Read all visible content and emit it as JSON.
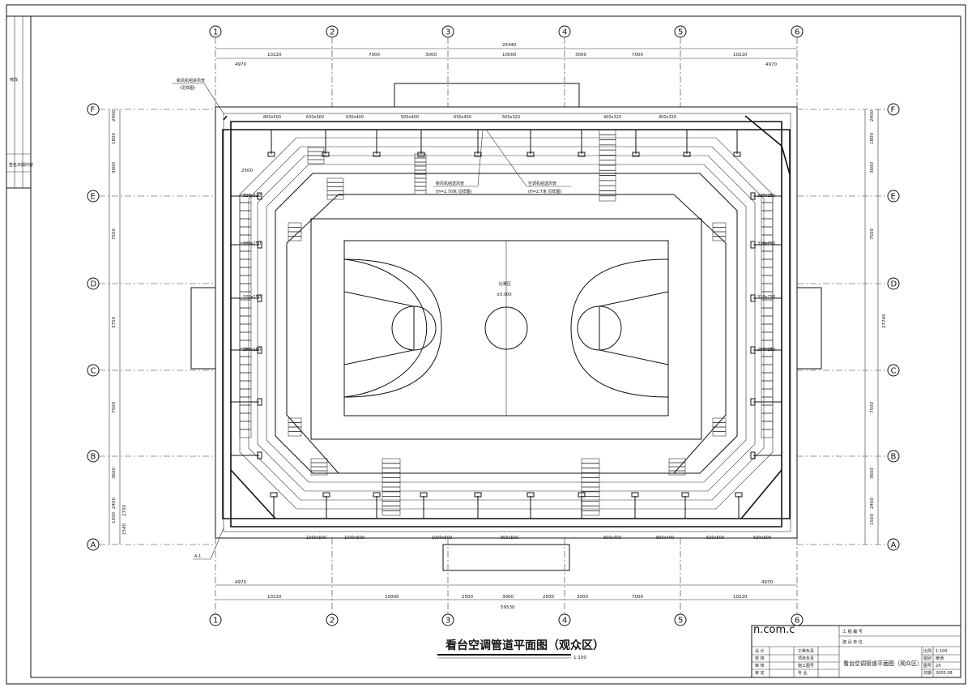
{
  "drawing": {
    "title": "看台空调管道平面图（观众区）",
    "scale": "1:100",
    "court_label": "比赛区",
    "court_elev": "±0.000",
    "watermark": "n.com.c"
  },
  "axes": {
    "columns": [
      "1",
      "2",
      "3",
      "4",
      "5",
      "6"
    ],
    "rows": [
      "F",
      "E",
      "D",
      "C",
      "B",
      "A"
    ]
  },
  "dims": {
    "top_total": "25440",
    "top_segments": [
      "10220",
      "7000",
      "3000",
      "10000",
      "3000",
      "7000",
      "10220"
    ],
    "top_sub": [
      "4970",
      "4970"
    ],
    "bottom_total": "59530",
    "bottom_segments": [
      "10220",
      "10000",
      "2500",
      "3000",
      "2500",
      "3000",
      "7000",
      "10220"
    ],
    "bottom_sub": [
      "4970",
      "4970"
    ],
    "left": [
      "2400",
      "1800",
      "3600",
      "7500",
      "3750",
      "7500",
      "3600",
      "2400",
      "1500",
      "2700",
      "1540"
    ],
    "right": [
      "2400",
      "1800",
      "3600",
      "7500",
      "27740",
      "7500",
      "3600",
      "2400",
      "1500"
    ]
  },
  "annotations": {
    "top_left_note": "新风机组进风管",
    "top_left_note2": "(见样图)",
    "mid_note1": "新风机组送风管",
    "mid_note1b": "(H=2.70米 见样图)",
    "mid_note2": "空调机组送风管",
    "mid_note2b": "(H=2.7米 见样图)",
    "left_label": "A-1",
    "left_dim": "2500"
  },
  "duct_labels_top": [
    "800x500",
    "630x500",
    "630x400",
    "500x400",
    "630x400",
    "500x320",
    "400x320",
    "400x320"
  ],
  "duct_labels_bottom": [
    "1000x500",
    "1000x500",
    "1000x500",
    "800x500",
    "800x400",
    "800x400",
    "630x500",
    "630x500"
  ],
  "vertical_labels": [
    "320x320",
    "320x250",
    "320x250",
    "250x250",
    "320x250",
    "320x250",
    "320x250",
    "250x250"
  ],
  "title_block": {
    "rows": [
      [
        "设 计",
        "",
        "工种负责"
      ],
      [
        "校 核",
        "",
        "项目负责"
      ],
      [
        "审 核",
        "",
        "施工图号"
      ],
      [
        "审 定",
        "",
        "专 业"
      ]
    ],
    "right_cells": [
      [
        "工 程 编 号",
        ""
      ],
      [
        "建 设 单 位",
        ""
      ]
    ],
    "drawing_name": "看台空调管道平面图（观众区）",
    "meta": [
      [
        "比例",
        "1:100"
      ],
      [
        "图别",
        "暖通"
      ],
      [
        "图号",
        "24"
      ],
      [
        "日期",
        "2005.08"
      ]
    ]
  },
  "left_strip": {
    "label1": "修改",
    "label2": "签名",
    "label3": "日期",
    "label4": "内容"
  }
}
